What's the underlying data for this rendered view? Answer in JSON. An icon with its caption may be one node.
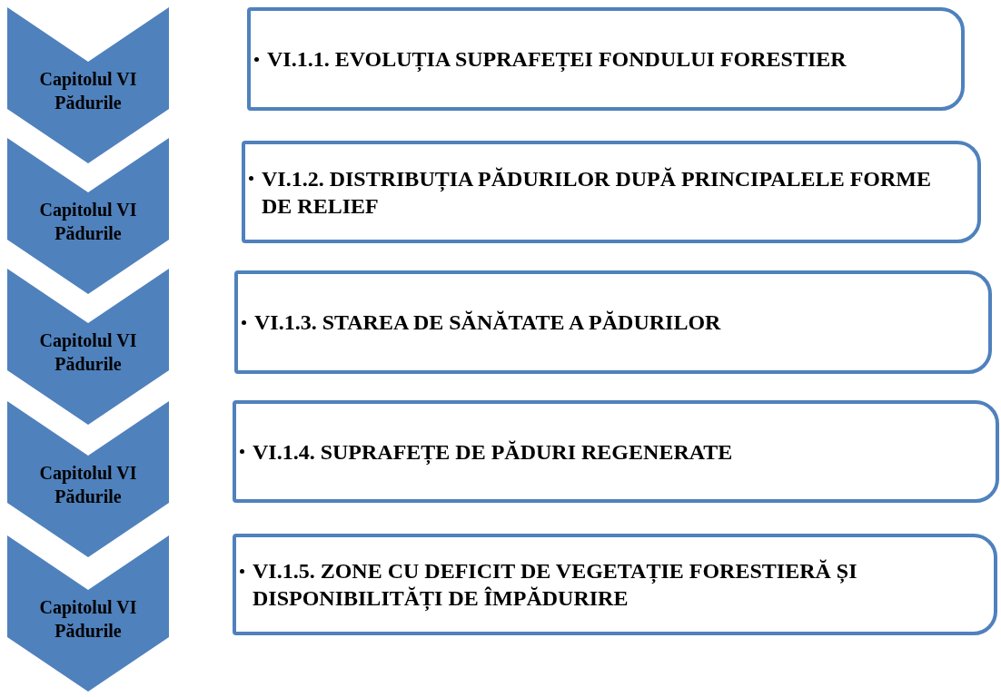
{
  "diagram": {
    "nodes": [
      {
        "text": [
          "Capitolul VI Pădurile"
        ]
      },
      {
        "text": [
          "VI.1.1. EVOLUȚIA SUPRAFEȚEI FONDULUI FORESTIER"
        ]
      },
      {
        "text": [
          "Capitolul VI Pădurile"
        ]
      },
      {
        "text": [
          "VI.1.2. DISTRIBUȚIA PĂDURILOR DUPĂ PRINCIPALELE FORME DE RELIEF"
        ]
      },
      {
        "text": [
          "Capitolul VI Pădurile"
        ]
      },
      {
        "text": [
          "VI.1.3. STAREA DE SĂNĂTATE A PĂDURILOR"
        ]
      },
      {
        "text": [
          "Capitolul VI Pădurile"
        ]
      },
      {
        "text": [
          "VI.1.4. SUPRAFEȚE DE PĂDURI REGENERATE"
        ]
      },
      {
        "text": [
          "Capitolul VI Pădurile"
        ]
      },
      {
        "text": [
          "VI.1.5. ZONE CU DEFICIT DE VEGETAȚIE FORESTIERĂ ȘI DISPONIBILITĂȚI DE ÎMPĂDURIRE"
        ]
      }
    ]
  }
}
